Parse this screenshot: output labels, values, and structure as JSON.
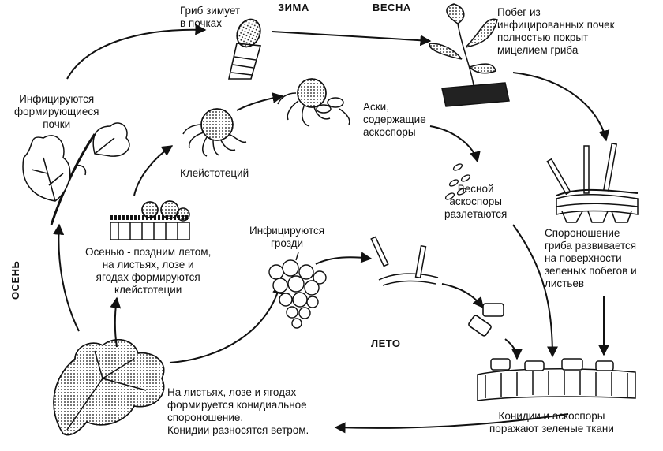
{
  "seasons": {
    "winter": "ЗИМА",
    "spring": "ВЕСНА",
    "summer": "ЛЕТО",
    "autumn": "ОСЕНЬ"
  },
  "labels": {
    "fungus_winters": "Гриб зимует\nв почках",
    "shoot_covered": "Побег из\nинфицированных почек\nполностью покрыт\nмицелием гриба",
    "buds_infected": "Инфицируются\nформирующиеся\nпочки",
    "asci": "Аски,\nсодержащие\nаскоспоры",
    "cleistothecium": "Клейстотеций",
    "ascospores_spread": "Весной\nаскоспоры\nразлетаются",
    "sporulation": "Спороношение\nгриба развивается\nна поверхности\nзеленых побегов и\nлистьев",
    "cleistothecia_form": "Осенью - поздним летом,\nна листьях, лозе и\nягодах формируются\nклейстотеции",
    "clusters_infected": "Инфицируются\nгрозди",
    "conidial_sporulation": "На листьях, лозе и ягодах\nформируется конидиальное\nспороношение.\nКонидии разносятся ветром.",
    "tissue_infection": "Конидии и аскоспоры\nпоражают зеленые ткани"
  },
  "colors": {
    "ink": "#111111",
    "background": "#ffffff"
  }
}
